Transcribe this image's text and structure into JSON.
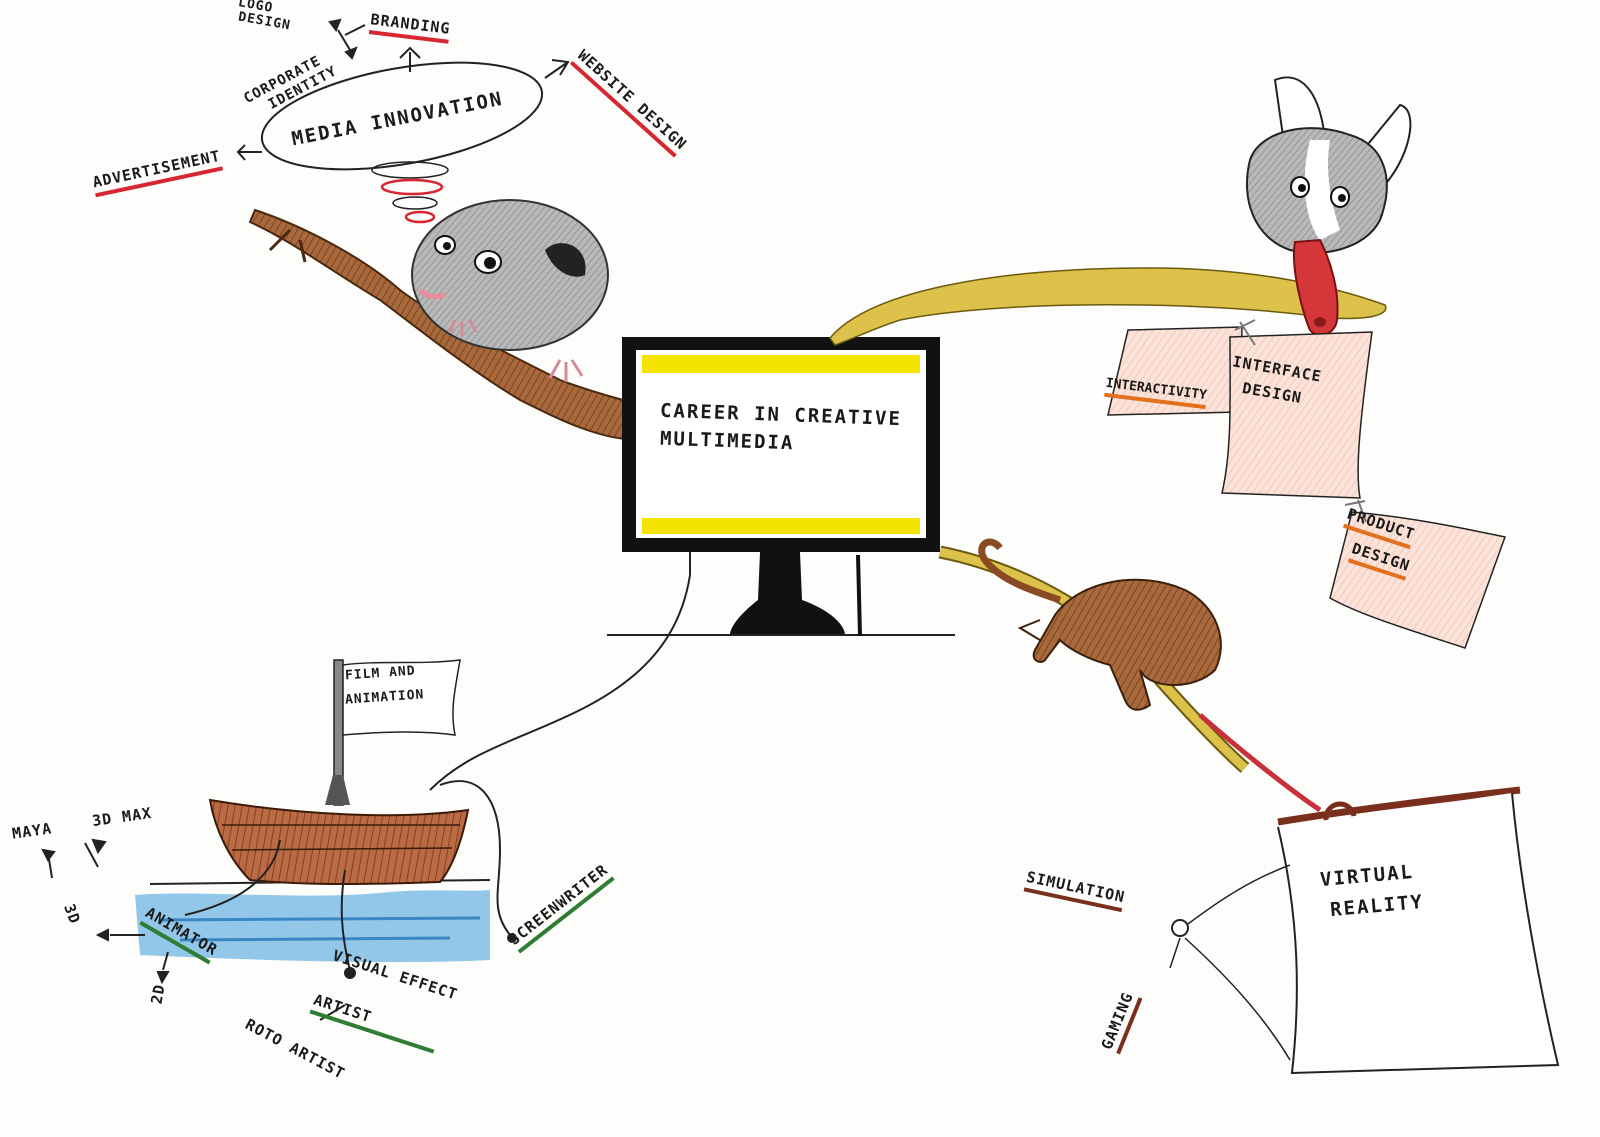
{
  "center": {
    "title_line1": "CAREER IN CREATIVE",
    "title_line2": "MULTIMEDIA"
  },
  "media": {
    "title": "MEDIA INNOVATION",
    "branding": "BRANDING",
    "logo_design_1": "LOGO",
    "logo_design_2": "DESIGN",
    "corporate_identity_1": "CORPORATE",
    "corporate_identity_2": "IDENTITY",
    "website_design": "WEBSITE DESIGN",
    "advertisement": "ADVERTISEMENT"
  },
  "interface": {
    "interactivity": "INTERACTIVITY",
    "interface_design_1": "INTERFACE",
    "interface_design_2": "DESIGN",
    "product_design_1": "PRODUCT",
    "product_design_2": "DESIGN"
  },
  "film": {
    "flag_1": "FILM AND",
    "flag_2": "ANIMATION",
    "maya": "MAYA",
    "max3d": "3D MAX",
    "three_d": "3D",
    "two_d": "2D",
    "animator": "ANIMATOR",
    "vfx_1": "VISUAL EFFECT",
    "vfx_2": "ARTIST",
    "roto": "ROTO ARTIST",
    "screenwriter": "SCREENWRITER"
  },
  "vr": {
    "title_1": "VIRTUAL",
    "title_2": "REALITY",
    "simulation": "SIMULATION",
    "gaming": "GAMING"
  },
  "colors": {
    "red": "#d7262f",
    "orange": "#e2701d",
    "green": "#2e7d32",
    "brown": "#7a2f1c",
    "yellow": "#f5e400",
    "branch": "#9a5a33",
    "rope": "#d8c24a"
  }
}
